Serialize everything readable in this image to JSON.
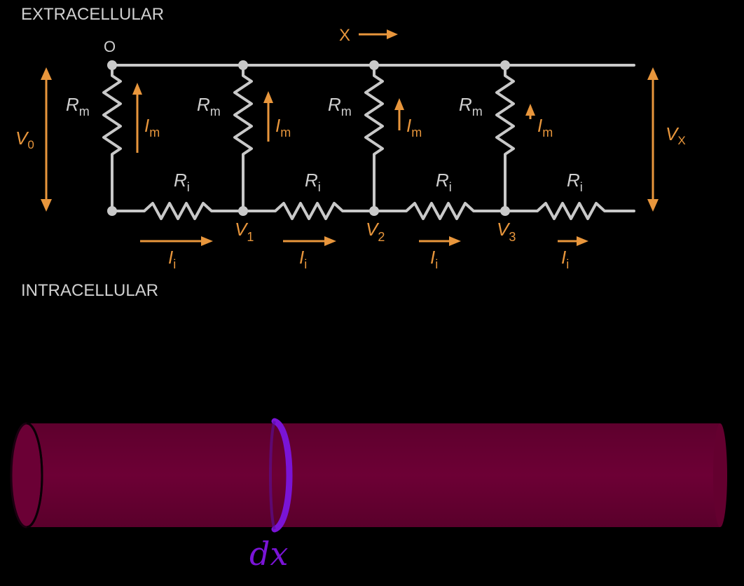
{
  "labels": {
    "extracellular": "EXTRACELLULAR",
    "intracellular": "INTRACELLULAR",
    "origin": "O",
    "x_axis": "X",
    "v0_main": "V",
    "v0_sub": "0",
    "vx_main": "V",
    "vx_sub": "X",
    "dx": "dx"
  },
  "membrane_branches": [
    {
      "r_main": "R",
      "r_sub": "m",
      "i_main": "I",
      "i_sub": "m"
    },
    {
      "r_main": "R",
      "r_sub": "m",
      "i_main": "I",
      "i_sub": "m"
    },
    {
      "r_main": "R",
      "r_sub": "m",
      "i_main": "I",
      "i_sub": "m"
    },
    {
      "r_main": "R",
      "r_sub": "m",
      "i_main": "I",
      "i_sub": "m"
    }
  ],
  "internal_segments": [
    {
      "r_main": "R",
      "r_sub": "i",
      "i_main": "I",
      "i_sub": "i"
    },
    {
      "r_main": "R",
      "r_sub": "i",
      "i_main": "I",
      "i_sub": "i"
    },
    {
      "r_main": "R",
      "r_sub": "i",
      "i_main": "I",
      "i_sub": "i"
    },
    {
      "r_main": "R",
      "r_sub": "i",
      "i_main": "I",
      "i_sub": "i"
    }
  ],
  "node_voltages": [
    {
      "main": "V",
      "sub": "1"
    },
    {
      "main": "V",
      "sub": "2"
    },
    {
      "main": "V",
      "sub": "3"
    }
  ],
  "colors": {
    "background": "#000000",
    "wire": "#c9c9c9",
    "accent_orange": "#e8963c",
    "cylinder": "#6b0033",
    "cylinder_edge": "#4a0024",
    "ring": "#7a14d6"
  }
}
